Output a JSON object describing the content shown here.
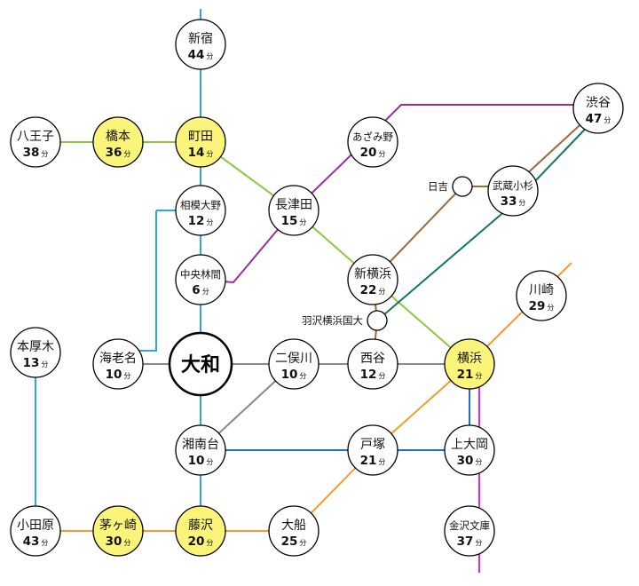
{
  "hub": {
    "name": "大和"
  },
  "unit": "分",
  "stations": [
    {
      "id": "shinjuku",
      "name": "新宿",
      "minutes": "44"
    },
    {
      "id": "hachioji",
      "name": "八王子",
      "minutes": "38"
    },
    {
      "id": "hashimoto",
      "name": "橋本",
      "minutes": "36"
    },
    {
      "id": "machida",
      "name": "町田",
      "minutes": "14"
    },
    {
      "id": "sagamiono",
      "name": "相模大野",
      "minutes": "12"
    },
    {
      "id": "chuorinkan",
      "name": "中央林間",
      "minutes": "6"
    },
    {
      "id": "azamino",
      "name": "あざみ野",
      "minutes": "20"
    },
    {
      "id": "nagatsuta",
      "name": "長津田",
      "minutes": "15"
    },
    {
      "id": "shibuya",
      "name": "渋谷",
      "minutes": "47"
    },
    {
      "id": "musashikosugi",
      "name": "武蔵小杉",
      "minutes": "33"
    },
    {
      "id": "shinyokohama",
      "name": "新横浜",
      "minutes": "22"
    },
    {
      "id": "kawasaki",
      "name": "川崎",
      "minutes": "29"
    },
    {
      "id": "honatsugi",
      "name": "本厚木",
      "minutes": "13"
    },
    {
      "id": "ebina",
      "name": "海老名",
      "minutes": "10"
    },
    {
      "id": "futamatagawa",
      "name": "二俣川",
      "minutes": "10"
    },
    {
      "id": "nishiya",
      "name": "西谷",
      "minutes": "12"
    },
    {
      "id": "yokohama",
      "name": "横浜",
      "minutes": "21"
    },
    {
      "id": "shonandai",
      "name": "湘南台",
      "minutes": "10"
    },
    {
      "id": "totsuka",
      "name": "戸塚",
      "minutes": "21"
    },
    {
      "id": "kamiooka",
      "name": "上大岡",
      "minutes": "30"
    },
    {
      "id": "odawara",
      "name": "小田原",
      "minutes": "43"
    },
    {
      "id": "chigasaki",
      "name": "茅ヶ崎",
      "minutes": "30"
    },
    {
      "id": "fujisawa",
      "name": "藤沢",
      "minutes": "20"
    },
    {
      "id": "ofuna",
      "name": "大船",
      "minutes": "25"
    },
    {
      "id": "kanazawabunko",
      "name": "金沢文庫",
      "minutes": "37"
    }
  ],
  "small_stations": [
    {
      "id": "hiyoshi",
      "name": "日吉"
    },
    {
      "id": "hazawa",
      "name": "羽沢横浜国大"
    }
  ],
  "colors": {
    "odakyu": "#2ea7d6",
    "yokohama_line": "#8dc63f",
    "denentoshi": "#9b2d9a",
    "toyoko": "#9b6a3c",
    "sotetsu": "#888888",
    "sotetsu_jr": "#0e7a5a",
    "tokaido": "#f39a2e",
    "blue_line": "#1e6fc0",
    "keikyu": "#e627d6",
    "highlight": "#fbf47a"
  }
}
